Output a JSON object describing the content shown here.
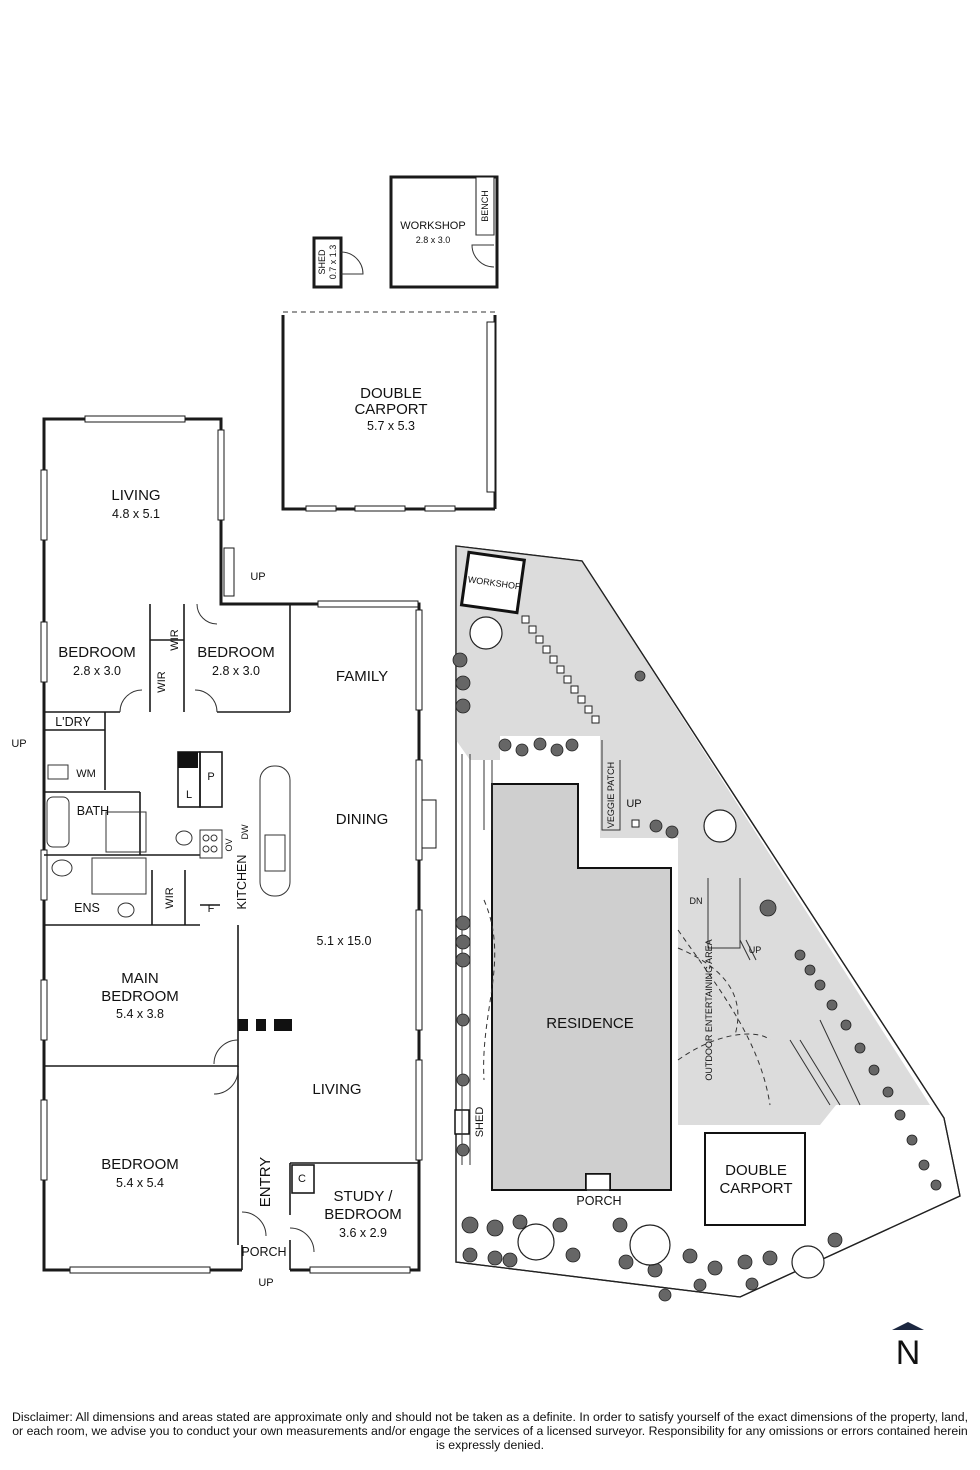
{
  "rooms": {
    "workshop": {
      "label": "WORKSHOP",
      "dims": "2.8 x 3.0",
      "bench": "BENCH"
    },
    "shed": {
      "label": "SHED",
      "dims": "0.7 x 1.3"
    },
    "carport": {
      "label_1": "DOUBLE",
      "label_2": "CARPORT",
      "dims": "5.7 x 5.3"
    },
    "living_upper": {
      "label": "LIVING",
      "dims": "4.8 x 5.1",
      "up": "UP"
    },
    "bedroom_a": {
      "label": "BEDROOM",
      "dims": "2.8 x 3.0"
    },
    "bedroom_b": {
      "label": "BEDROOM",
      "dims": "2.8 x 3.0"
    },
    "wir_1": "WIR",
    "wir_2": "WIR",
    "wir_3": "WIR",
    "laundry": "L'DRY",
    "laundry_up": "UP",
    "wm": "WM",
    "bath": "BATH",
    "ens": "ENS",
    "kitchen": {
      "label": "KITCHEN",
      "dw": "DW",
      "ov": "OV",
      "p": "P",
      "l": "L",
      "f": "F"
    },
    "family": "FAMILY",
    "dining": "DINING",
    "family_dims": "5.1 x 15.0",
    "living_lower": "LIVING",
    "main_bedroom": {
      "label_1": "MAIN",
      "label_2": "BEDROOM",
      "dims": "5.4 x 3.8"
    },
    "bedroom_c": {
      "label": "BEDROOM",
      "dims": "5.4 x 5.4"
    },
    "entry": "ENTRY",
    "porch": "PORCH",
    "porch_up": "UP",
    "study": {
      "label_1": "STUDY /",
      "label_2": "BEDROOM",
      "dims": "3.6 x 2.9",
      "c": "C"
    }
  },
  "site": {
    "workshop": "WORKSHOP",
    "veggie_patch": "VEGGIE PATCH",
    "up_1": "UP",
    "dn": "DN",
    "up_2": "UP",
    "outdoor": "OUTDOOR ENTERTAINING AREA",
    "residence": "RESIDENCE",
    "shed": "SHED",
    "porch": "PORCH",
    "carport_1": "DOUBLE",
    "carport_2": "CARPORT"
  },
  "compass": {
    "letter": "N"
  },
  "disclaimer": "Disclaimer: All dimensions and areas stated are approximate only and should not be taken as a definite. In order to satisfy yourself of the exact dimensions of the property, land, or each room, we advise you to conduct your own measurements and/or engage the services of a licensed surveyor. Responsibility for any omissions or errors contained herein is expressly denied."
}
